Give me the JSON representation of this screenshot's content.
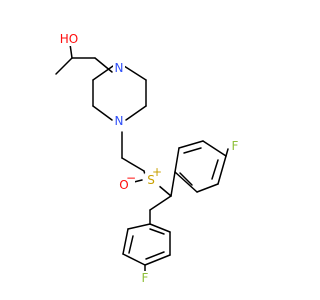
{
  "structure": {
    "atoms": {
      "hydroxyl": {
        "symbol": "HO"
      },
      "amine_top": {
        "symbol": "N"
      },
      "amine_bottom": {
        "symbol": "N"
      },
      "sulfoxide_sulfur": {
        "symbol": "S"
      },
      "sulfoxide_charge": {
        "symbol": "+"
      },
      "sulfoxide_oxygen": {
        "symbol": "O"
      },
      "sulfoxide_oxygen_charge": {
        "symbol": "−"
      },
      "fluorine_upper_ring": {
        "symbol": "F"
      },
      "fluorine_lower_ring": {
        "symbol": "F"
      }
    }
  },
  "colors": {
    "bond": "#000000",
    "oxygen": "#ff0d0d",
    "nitrogen": "#3050f8",
    "sulfur": "#c8a000",
    "fluorine": "#8fbf3a",
    "background": "#ffffff"
  }
}
